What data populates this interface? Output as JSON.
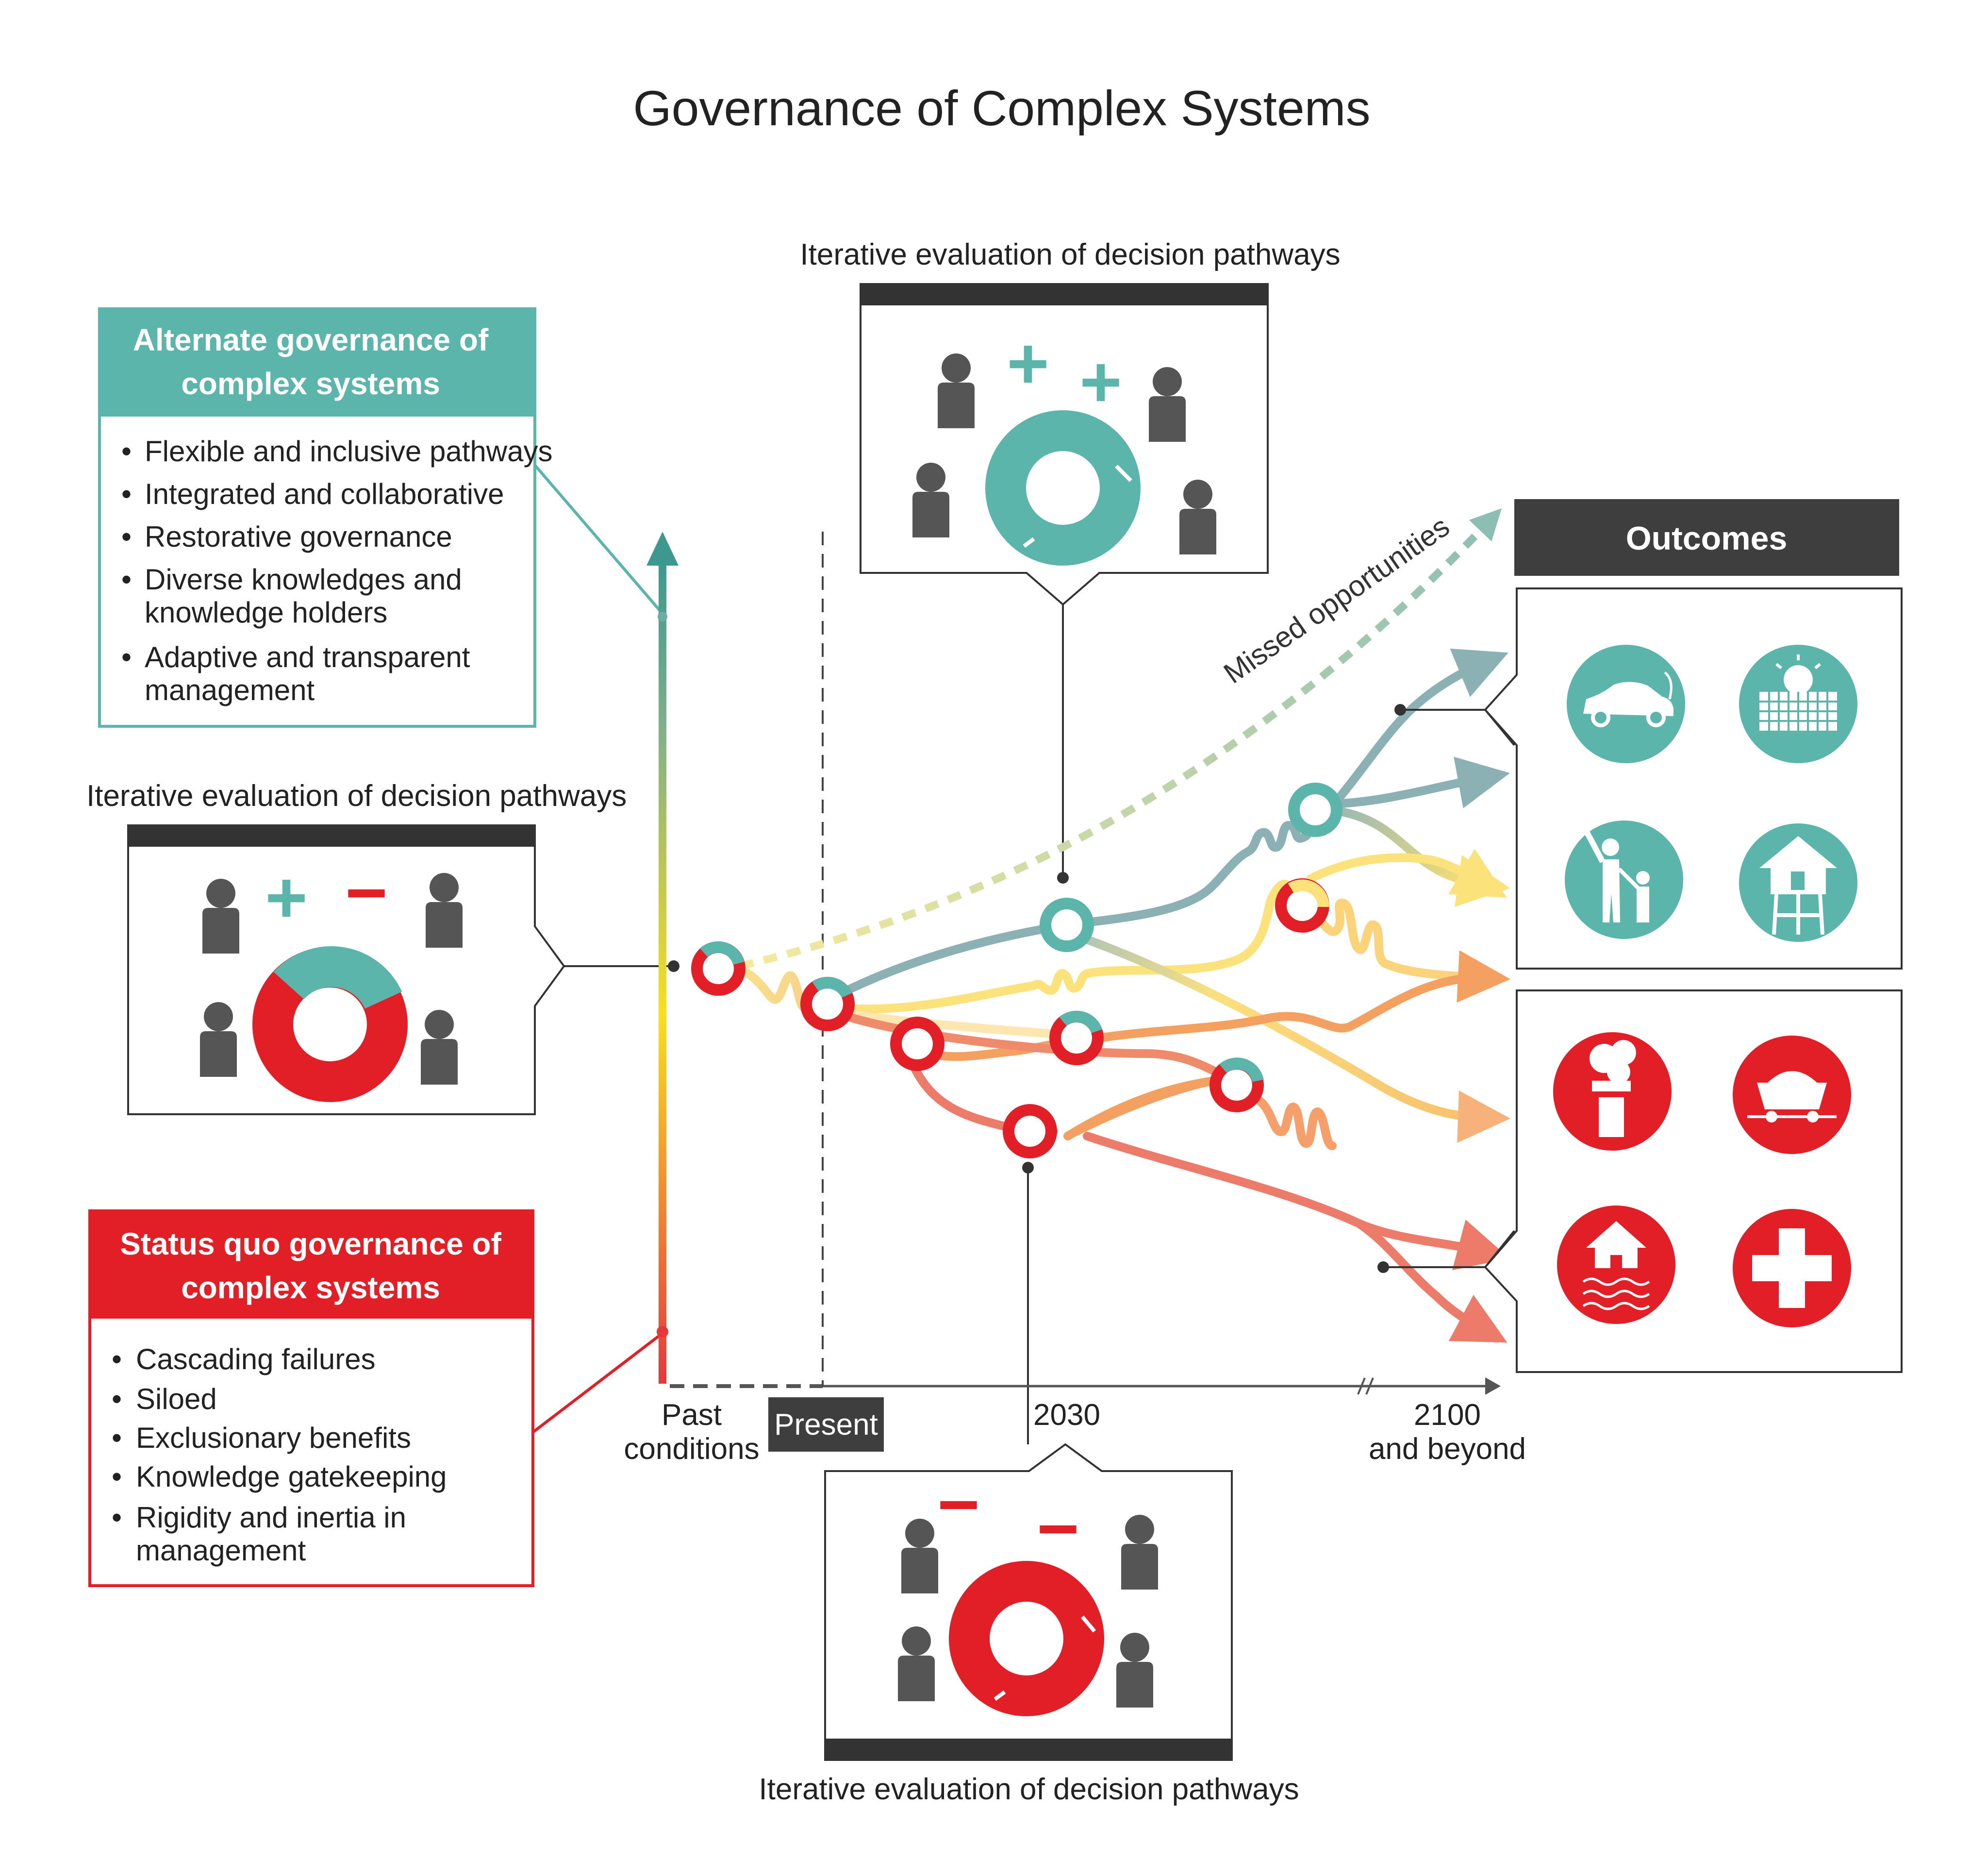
{
  "title": "Governance of Complex Systems",
  "alternate": {
    "heading": [
      "Alternate governance of",
      "complex systems"
    ],
    "items": [
      [
        "Flexible and inclusive pathways"
      ],
      [
        "Integrated and collaborative"
      ],
      [
        "Restorative governance"
      ],
      [
        "Diverse knowledges and",
        "knowledge holders"
      ],
      [
        "Adaptive and transparent",
        "management"
      ]
    ]
  },
  "status_quo": {
    "heading": [
      "Status quo governance of",
      "complex systems"
    ],
    "items": [
      [
        "Cascading failures"
      ],
      [
        "Siloed"
      ],
      [
        "Exclusionary benefits"
      ],
      [
        "Knowledge gatekeeping"
      ],
      [
        "Rigidity and inertia in",
        "management"
      ]
    ]
  },
  "evaluation_caption": "Iterative evaluation of decision pathways",
  "evaluation_panels": {
    "left": {
      "signs": [
        "+",
        "−"
      ]
    },
    "top": {
      "signs": [
        "+",
        "+"
      ]
    },
    "bottom": {
      "signs": [
        "−",
        "−"
      ]
    }
  },
  "timeline": {
    "past": [
      "Past",
      "conditions"
    ],
    "present": "Present",
    "mid": "2030",
    "end": [
      "2100",
      "and beyond"
    ]
  },
  "missed_label": "Missed opportunities",
  "outcomes": {
    "heading": "Outcomes",
    "positive_icons": [
      "electric-car-icon",
      "solar-panel-icon",
      "family-icon",
      "elevated-house-icon"
    ],
    "negative_icons": [
      "smokestack-icon",
      "coal-cart-icon",
      "flooded-house-icon",
      "medical-cross-icon"
    ]
  },
  "colors": {
    "teal": "#5bb5aa",
    "red": "#e21f26",
    "dark": "#3c3c3c",
    "yellow": "#fbe27b",
    "orange": "#f3a061",
    "salmon": "#ec7b6a",
    "slate": "#8bb1b4"
  }
}
